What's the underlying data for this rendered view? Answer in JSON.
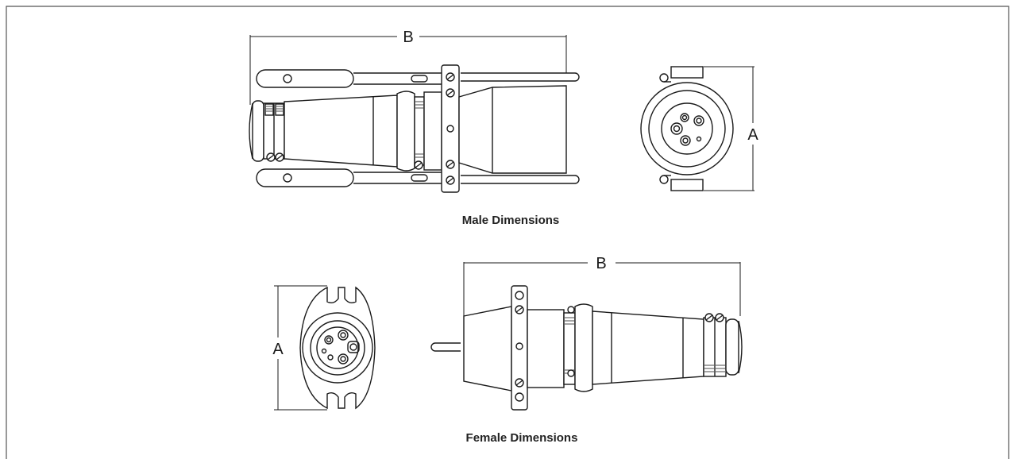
{
  "male": {
    "caption": "Male Dimensions",
    "dim_length_label": "B",
    "dim_diameter_label": "A"
  },
  "female": {
    "caption": "Female Dimensions",
    "dim_length_label": "B",
    "dim_diameter_label": "A"
  },
  "colors": {
    "line": "#1a1a1a",
    "border": "#555555",
    "background": "#ffffff"
  }
}
